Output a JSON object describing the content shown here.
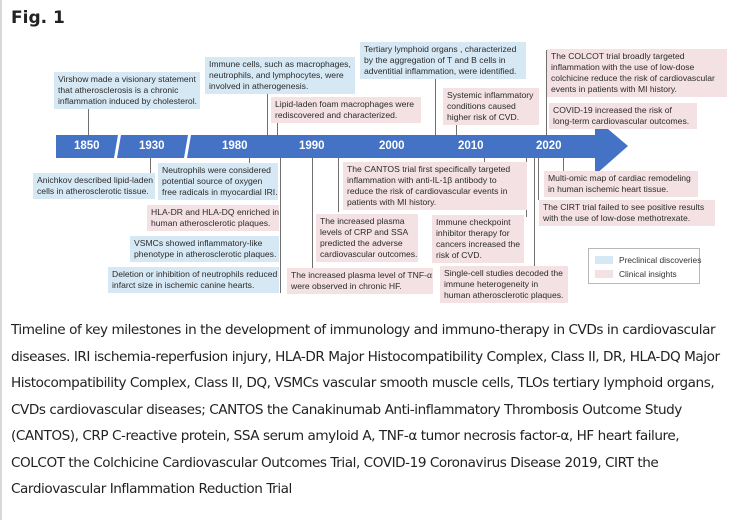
{
  "figure": {
    "title": "Fig. 1",
    "colors": {
      "arrow": "#4472c4",
      "preclinical": "#d6e8f4",
      "clinical": "#f3e1e4",
      "connector": "#707070"
    },
    "timeline_years": [
      "1850",
      "1930",
      "1980",
      "1990",
      "2000",
      "2010",
      "2020"
    ],
    "events_above": [
      {
        "id": "virshow",
        "type": "preclinical",
        "lines": [
          "Virshow made a visionary statement",
          "that atherosclerosis is a chronic",
          "inflammation induced by cholesterol."
        ]
      },
      {
        "id": "immune-cells",
        "type": "preclinical",
        "lines": [
          "Immune cells,  such as macrophages,",
          "neutrophils, and lymphocytes, were",
          "involved in atherogenesis."
        ]
      },
      {
        "id": "lipid-laden",
        "type": "clinical",
        "lines": [
          "Lipid-laden  foam macrophages were",
          "rediscovered and characterized."
        ]
      },
      {
        "id": "tlo",
        "type": "preclinical",
        "lines": [
          "Tertiary lymphoid organs , characterized",
          "by the aggregation of T and B cells in",
          "adventitial inflammation, were identified."
        ]
      },
      {
        "id": "systemic",
        "type": "clinical",
        "lines": [
          "Systemic inflammatory",
          "conditions caused",
          "higher risk of CVD."
        ]
      },
      {
        "id": "colcot",
        "type": "clinical",
        "lines": [
          "The COLCOT trial broadly targeted",
          "inflammation with the use of low-dose",
          "colchicine reduce the risk of cardiovascular",
          "events in patients with MI history."
        ]
      },
      {
        "id": "covid",
        "type": "clinical",
        "lines": [
          "COVID-19 increased the risk of",
          "long-term cardiovascular outcomes."
        ]
      }
    ],
    "events_below": [
      {
        "id": "anichkov",
        "type": "preclinical",
        "lines": [
          "Anichkov described lipid-laden",
          "cells in atherosclerotic tissue."
        ]
      },
      {
        "id": "neutrophils-ros",
        "type": "preclinical",
        "lines": [
          "Neutrophils were considered",
          "potential source of oxygen",
          "free radicals in myocardial IRI."
        ]
      },
      {
        "id": "hla",
        "type": "clinical",
        "lines": [
          "HLA-DR and HLA-DQ enriched in",
          "human atherosclerotic plaques."
        ]
      },
      {
        "id": "vsmc",
        "type": "preclinical",
        "lines": [
          "VSMCs showed inflammatory-like",
          "phenotype in atherosclerotic plaques."
        ]
      },
      {
        "id": "deletion",
        "type": "preclinical",
        "lines": [
          "Deletion or inhibition of neutrophils reduced",
          "infarct size in ischemic canine hearts."
        ]
      },
      {
        "id": "cantos",
        "type": "clinical",
        "lines": [
          "The CANTOS trial first specifically targeted",
          "inflammation with anti-IL-1β antibody to",
          "reduce the risk of cardiovascular events in",
          "patients with MI history."
        ]
      },
      {
        "id": "crp",
        "type": "clinical",
        "lines": [
          "The increased plasma",
          "levels of CRP and SSA",
          "predicted the adverse",
          "cardiovascular outcomes."
        ]
      },
      {
        "id": "tnf",
        "type": "clinical",
        "lines": [
          "The increased plasma level of TNF-α",
          "were observed in chronic HF."
        ]
      },
      {
        "id": "checkpoint",
        "type": "clinical",
        "lines": [
          "Immune checkpoint",
          "inhibitor therapy for",
          "cancers increased the",
          "risk of CVD."
        ]
      },
      {
        "id": "single-cell",
        "type": "clinical",
        "lines": [
          "Single-cell studies decoded the",
          "immune heterogeneity in",
          "human atherosclerotic plaques."
        ]
      },
      {
        "id": "multi-omic",
        "type": "clinical",
        "lines": [
          "Multi-omic map of cardiac remodeling",
          "in human ischemic heart tissue."
        ]
      },
      {
        "id": "cirt",
        "type": "clinical",
        "lines": [
          "The CIRT trial failed to see positive results",
          "with the use of low-dose methotrexate."
        ]
      }
    ],
    "legend": [
      {
        "label": "Preclinical discoveries",
        "color": "#d6e8f4"
      },
      {
        "label": "Clinical insights",
        "color": "#f3e1e4"
      }
    ]
  },
  "caption": "Timeline of key milestones in the development of immunology and immuno-therapy in CVDs in cardiovascular diseases. IRI ischemia-reperfusion injury, HLA-DR Major Histocompatibility Complex, Class II, DR, HLA-DQ Major Histocompatibility Complex, Class II, DQ, VSMCs vascular smooth muscle cells, TLOs tertiary lymphoid organs, CVDs cardiovascular diseases; CANTOS the Canakinumab Anti-inflammatory Thrombosis Outcome Study (CANTOS), CRP C-reactive protein, SSA serum amyloid A, TNF-α tumor necrosis factor-α, HF heart failure, COLCOT the Colchicine Cardiovascular Outcomes Trial, COVID-19 Coronavirus Disease 2019, CIRT the Cardiovascular Inflammation Reduction Trial"
}
